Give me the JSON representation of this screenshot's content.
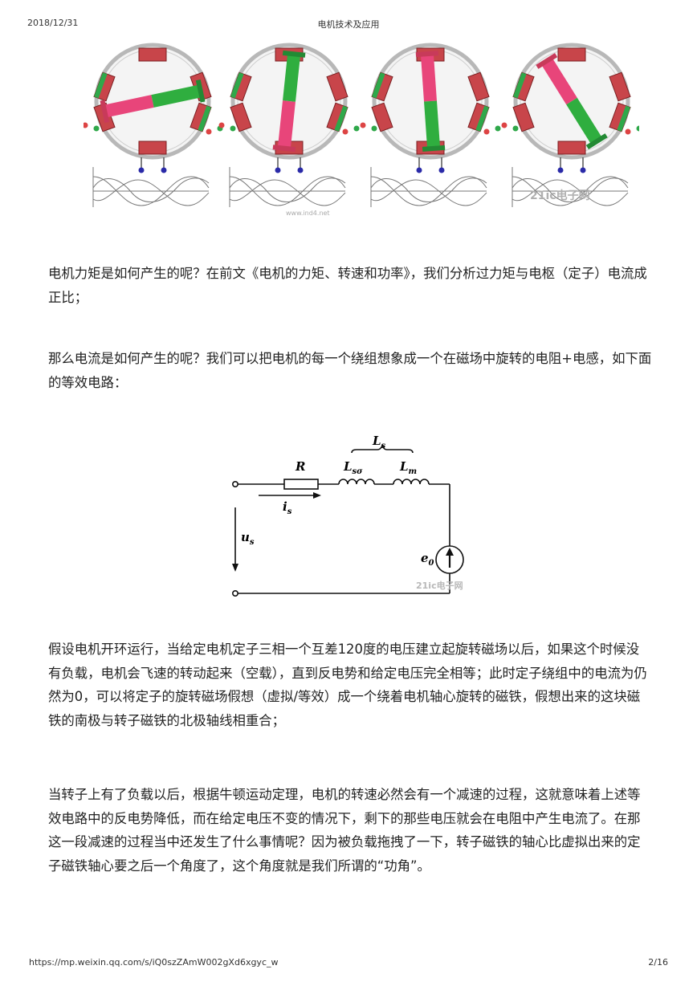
{
  "header": {
    "date": "2018/12/31",
    "title": "电机技术及应用"
  },
  "figure_motors": {
    "watermark": "21ic电子网",
    "site_watermark": "www.ind4.net"
  },
  "paragraphs": [
    "电机力矩是如何产生的呢？在前文《电机的力矩、转速和功率》，我们分析过力矩与电枢（定子）电流成正比；",
    "那么电流是如何产生的呢？我们可以把电机的每一个绕组想象成一个在磁场中旋转的电阻+电感，如下面的等效电路：",
    "假设电机开环运行，当给定电机定子三相一个互差120度的电压建立起旋转磁场以后，如果这个时候没有负载，电机会飞速的转动起来（空载），直到反电势和给定电压完全相等；此时定子绕组中的电流为仍然为0，可以将定子的旋转磁场假想（虚拟/等效）成一个绕着电机轴心旋转的磁铁，假想出来的这块磁铁的南极与转子磁铁的北极轴线相重合；",
    "当转子上有了负载以后，根据牛顿运动定理，电机的转速必然会有一个减速的过程，这就意味着上述等效电路中的反电势降低，而在给定电压不变的情况下，剩下的那些电压就会在电阻中产生电流了。在那这一段减速的过程当中还发生了什么事情呢？因为被负载拖拽了一下，转子磁铁的轴心比虚拟出来的定子磁铁轴心要之后一个角度了，这个角度就是我们所谓的“功角”。"
  ],
  "circuit": {
    "R": "R",
    "Ls": "L",
    "Ls_sub": "s",
    "Lsg": "L",
    "Lsg_sub": "sσ",
    "Lm": "L",
    "Lm_sub": "m",
    "is": "i",
    "is_sub": "s",
    "us": "u",
    "us_sub": "s",
    "e0": "e",
    "e0_sub": "0",
    "watermark": "21ic电子网"
  },
  "footer": {
    "url": "https://mp.weixin.qq.com/s/iQ0szZAmW002gXd6xgyc_w",
    "page": "2/16"
  }
}
